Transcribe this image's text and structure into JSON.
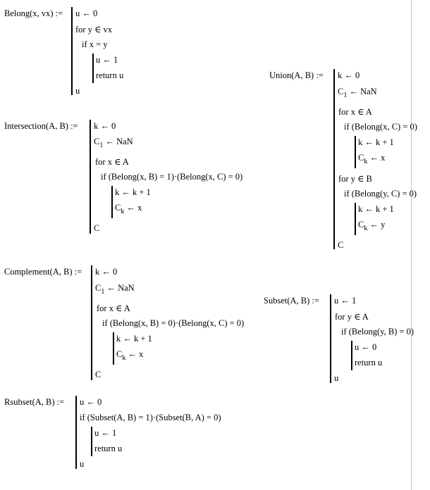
{
  "belong": {
    "head": "Belong(x, vx) :=",
    "l1": "u ← 0",
    "l2": "for  y ∈ vx",
    "l3": "if  x = y",
    "l4": "u ← 1",
    "l5": "return  u",
    "l6": "u"
  },
  "union": {
    "head": "Union(A, B) :=",
    "l1": "k ← 0",
    "l2_main": "C",
    "l2_sub": "1",
    "l2_rest": " ← NaN",
    "l3": "for  x ∈ A",
    "l4": "if  (Belong(x, C) = 0)",
    "l5": "k ← k + 1",
    "l6_main": "C",
    "l6_sub": "k",
    "l6_rest": " ← x",
    "l7": "for  y ∈ B",
    "l8": "if  (Belong(y, C) = 0)",
    "l9": "k ← k + 1",
    "l10_main": "C",
    "l10_sub": "k",
    "l10_rest": " ← y",
    "l11": "C"
  },
  "intersection": {
    "head": "Intersection(A, B) :=",
    "l1": "k ← 0",
    "l2_main": "C",
    "l2_sub": "1",
    "l2_rest": " ← NaN",
    "l3": "for  x ∈ A",
    "l4": "if  (Belong(x, B) = 1)·(Belong(x, C) = 0)",
    "l5": "k ← k + 1",
    "l6_main": "C",
    "l6_sub": "k",
    "l6_rest": " ← x",
    "l7": "C"
  },
  "complement": {
    "head": "Complement(A, B) :=",
    "l1": "k ← 0",
    "l2_main": "C",
    "l2_sub": "1",
    "l2_rest": " ← NaN",
    "l3": "for  x ∈ A",
    "l4": "if  (Belong(x, B) = 0)·(Belong(x, C) = 0)",
    "l5": "k ← k + 1",
    "l6_main": "C",
    "l6_sub": "k",
    "l6_rest": " ← x",
    "l7": "C"
  },
  "subset": {
    "head": "Subset(A, B) :=",
    "l1": "u ← 1",
    "l2": "for  y ∈ A",
    "l3": "if  (Belong(y, B) = 0)",
    "l4": "u ← 0",
    "l5": "return  u",
    "l6": "u"
  },
  "rsubset": {
    "head": "Rsubset(A, B) :=",
    "l1": "u ← 0",
    "l2": "if  (Subset(A, B) = 1)·(Subset(B, A) = 0)",
    "l3": "u ← 1",
    "l4": "return  u",
    "l5": "u"
  }
}
